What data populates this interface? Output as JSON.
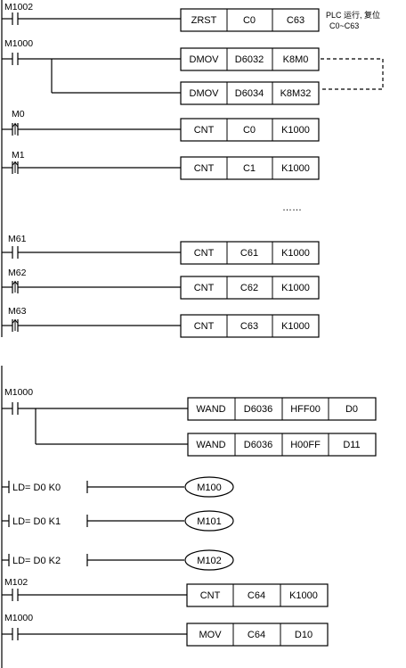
{
  "section1": {
    "rungs": [
      {
        "contact": "M1002",
        "contact_type": "NO",
        "instruction": [
          "ZRST",
          "C0",
          "C63"
        ]
      },
      {
        "contact": "M1000",
        "contact_type": "NO",
        "instruction": [
          "DMOV",
          "D6032",
          "K8M0"
        ]
      },
      {
        "contact": "",
        "contact_type": "branch",
        "instruction": [
          "DMOV",
          "D6034",
          "K8M32"
        ]
      },
      {
        "contact": "M0",
        "contact_type": "rising",
        "instruction": [
          "CNT",
          "C0",
          "K1000"
        ]
      },
      {
        "contact": "M1",
        "contact_type": "rising",
        "instruction": [
          "CNT",
          "C1",
          "K1000"
        ]
      },
      {
        "contact": "M61",
        "contact_type": "NO",
        "instruction": [
          "CNT",
          "C61",
          "K1000"
        ]
      },
      {
        "contact": "M62",
        "contact_type": "rising",
        "instruction": [
          "CNT",
          "C62",
          "K1000"
        ]
      },
      {
        "contact": "M63",
        "contact_type": "rising",
        "instruction": [
          "CNT",
          "C63",
          "K1000"
        ]
      }
    ],
    "note_line1": "PLC 运行, 复位",
    "note_line2": "C0~C63",
    "ellipsis": "……"
  },
  "section2": {
    "rungs": [
      {
        "contact": "M1000",
        "contact_type": "NO",
        "instruction": [
          "WAND",
          "D6036",
          "HFF00",
          "D0"
        ]
      },
      {
        "contact": "",
        "contact_type": "branch",
        "instruction": [
          "WAND",
          "D6036",
          "H00FF",
          "D11"
        ]
      },
      {
        "contact": "LD= D0 K0",
        "contact_type": "compare",
        "coil": "M100"
      },
      {
        "contact": "LD= D0 K1",
        "contact_type": "compare",
        "coil": "M101"
      },
      {
        "contact": "LD= D0 K2",
        "contact_type": "compare",
        "coil": "M102"
      },
      {
        "contact": "M102",
        "contact_type": "NO",
        "instruction": [
          "CNT",
          "C64",
          "K1000"
        ]
      },
      {
        "contact": "M1000",
        "contact_type": "NO",
        "instruction": [
          "MOV",
          "C64",
          "D10"
        ]
      }
    ]
  }
}
